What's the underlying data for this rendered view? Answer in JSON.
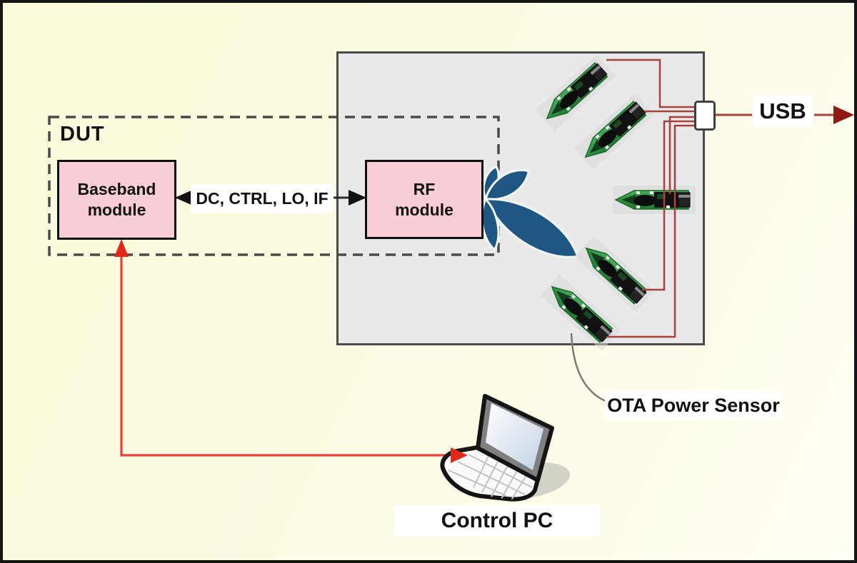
{
  "diagram": {
    "dut": {
      "label": "DUT"
    },
    "baseband": {
      "line1": "Baseband",
      "line2": "module"
    },
    "rf": {
      "line1": "RF",
      "line2": "module"
    },
    "bus": {
      "label": "DC, CTRL, LO, IF"
    },
    "usb": {
      "label": "USB"
    },
    "ota": {
      "label": "OTA Power Sensor"
    },
    "control_pc": {
      "label": "Control PC"
    },
    "chamber": {
      "sensor_count": 5
    },
    "colors": {
      "background_cream": "#FCFBE4",
      "chamber_gray": "#E9E9E9",
      "module_pink": "#F8CDD6",
      "beam_blue": "#1E5684",
      "wire_maroon": "#A6413C",
      "usb_arrow_dark_red": "#8E1A12",
      "control_line_red": "#E8403A",
      "pcb_green": "#2E9444",
      "dashed_border_gray": "#4A4A4A"
    }
  }
}
